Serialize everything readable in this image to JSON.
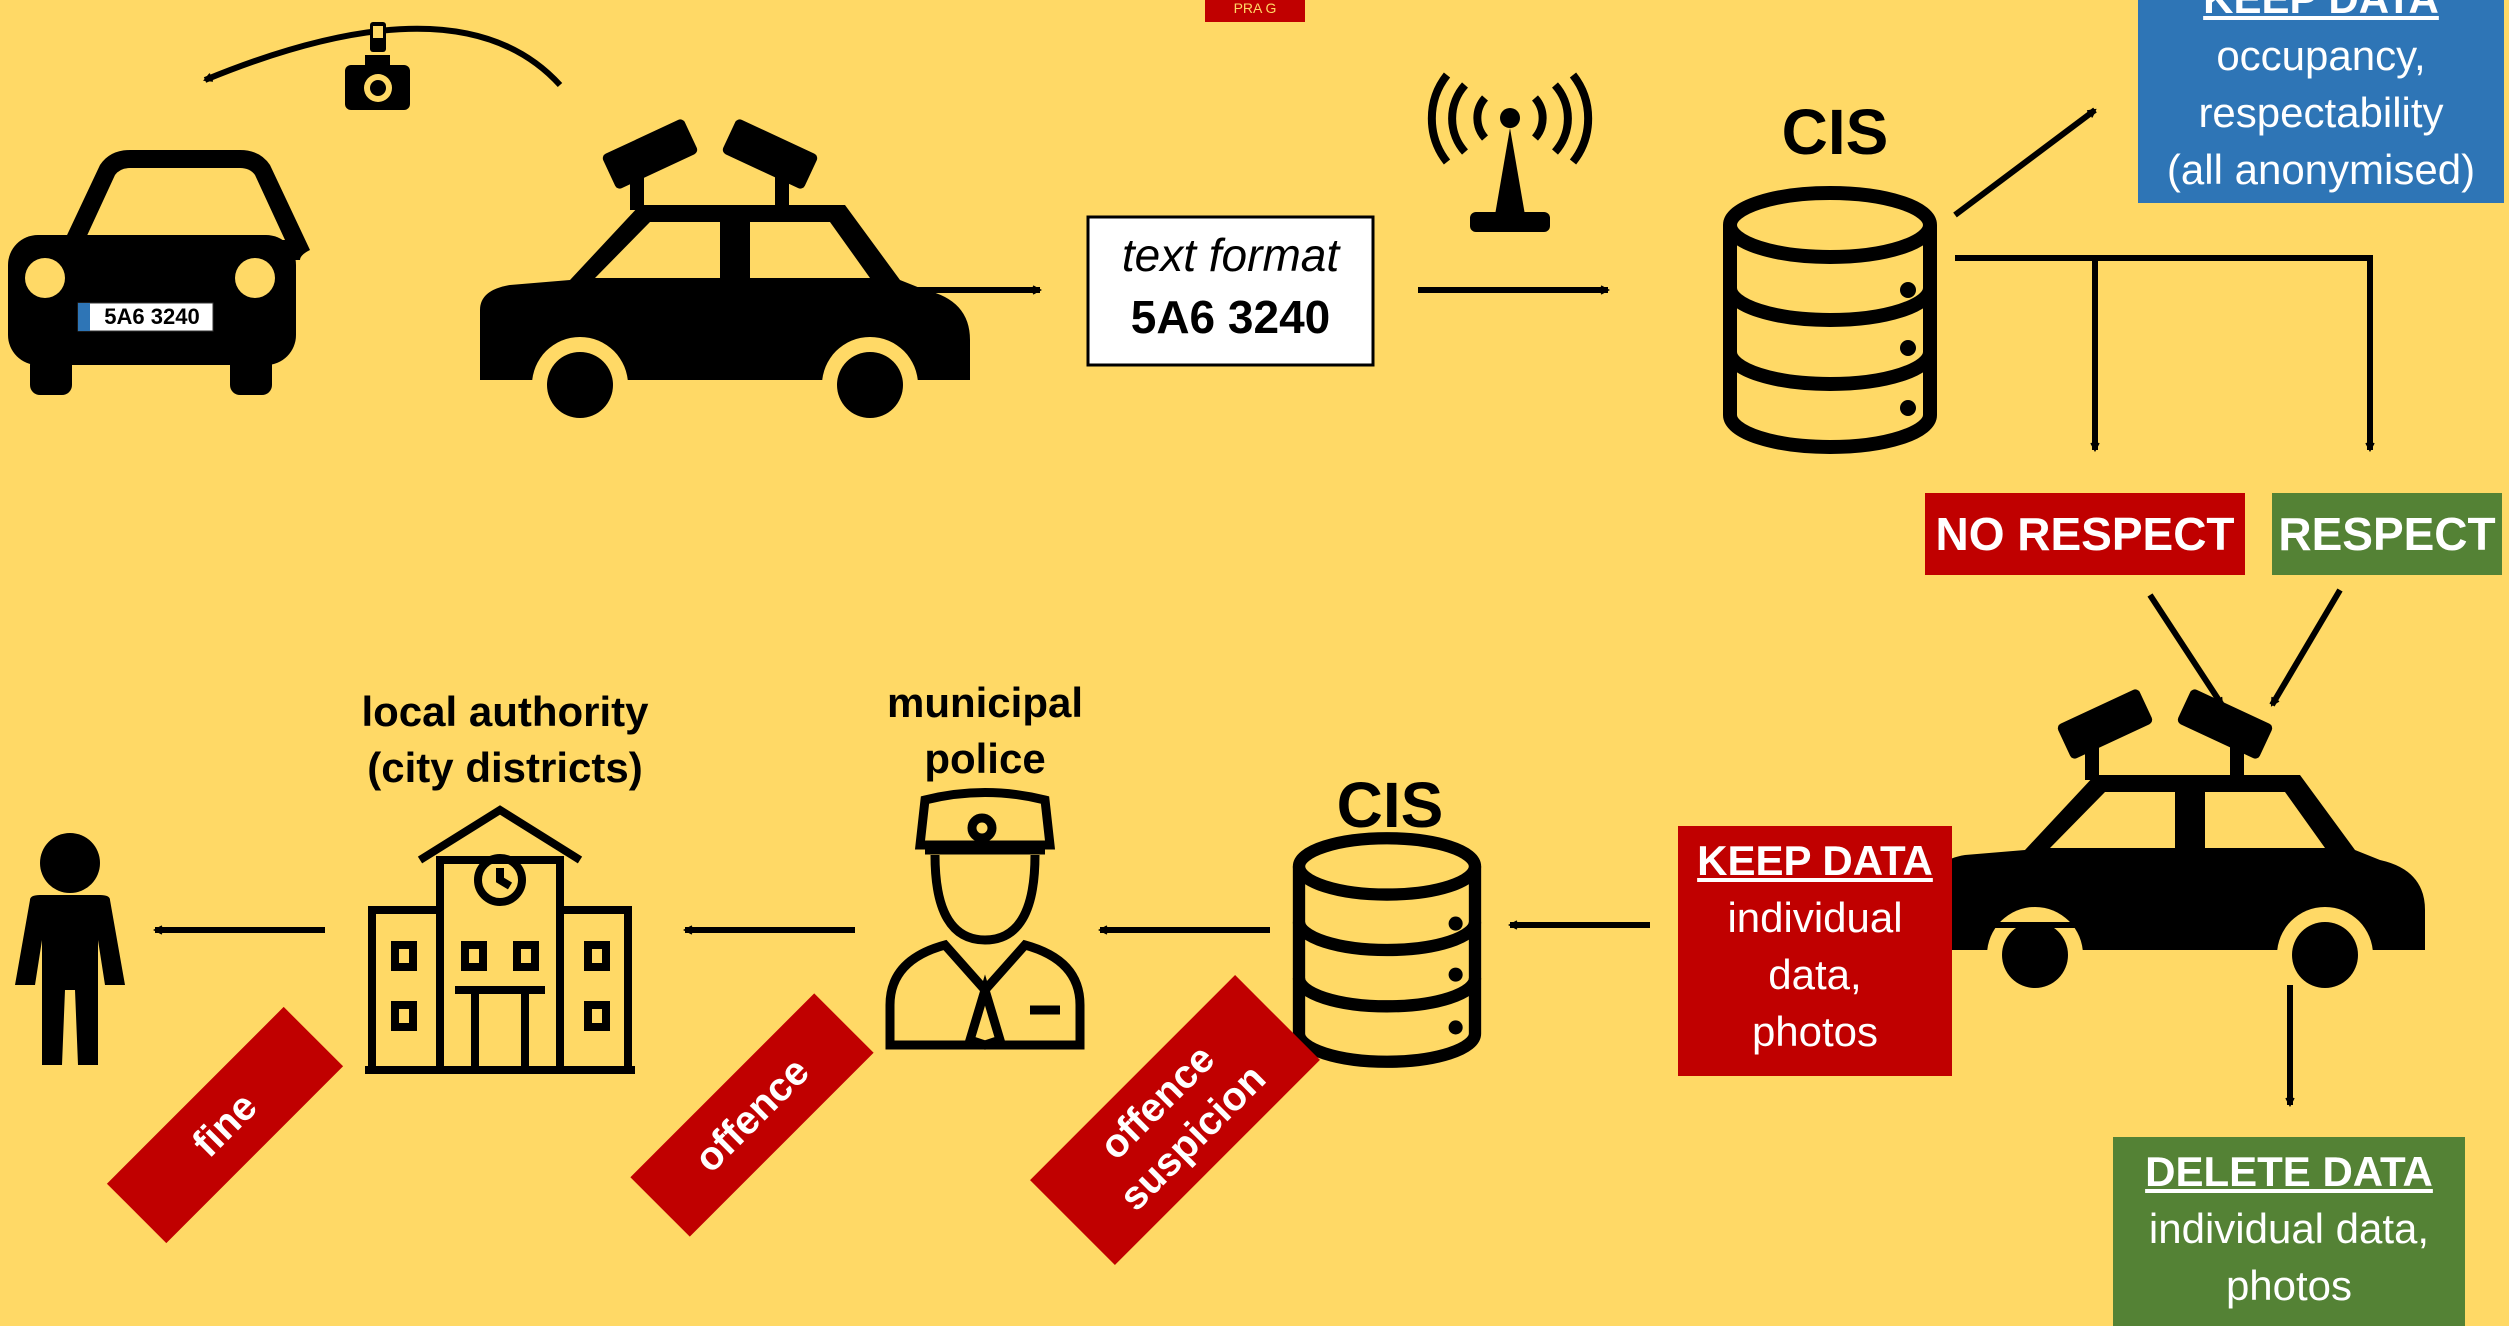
{
  "header": {
    "logo_text": "PRA G"
  },
  "plate": {
    "text": "5A6 3240"
  },
  "text_format_box": {
    "line1": "text format",
    "line2": "5A6 3240"
  },
  "cis_top": {
    "label": "CIS"
  },
  "cis_bottom": {
    "label": "CIS"
  },
  "keep_data_top": {
    "title": "KEEP DATA",
    "line1": "occupancy,",
    "line2": "respectability",
    "line3": "(all anonymised)"
  },
  "no_respect": {
    "label": "NO RESPECT"
  },
  "respect": {
    "label": "RESPECT"
  },
  "keep_data_bottom": {
    "title": "KEEP DATA",
    "line1": "individual",
    "line2": "data,",
    "line3": "photos"
  },
  "delete_data": {
    "title": "DELETE DATA",
    "line1": "individual data,",
    "line2": "photos"
  },
  "municipal_police": {
    "line1": "municipal",
    "line2": "police"
  },
  "local_authority": {
    "line1": "local authority",
    "line2": "(city districts)"
  },
  "tags": {
    "offence_suspicion_1": "offence",
    "offence_suspicion_2": "suspicion",
    "offence": "offence",
    "fine": "fine"
  },
  "colors": {
    "background": "#FFD966",
    "red": "#C00000",
    "green": "#548235",
    "blue": "#2E75B6",
    "black": "#000000"
  }
}
